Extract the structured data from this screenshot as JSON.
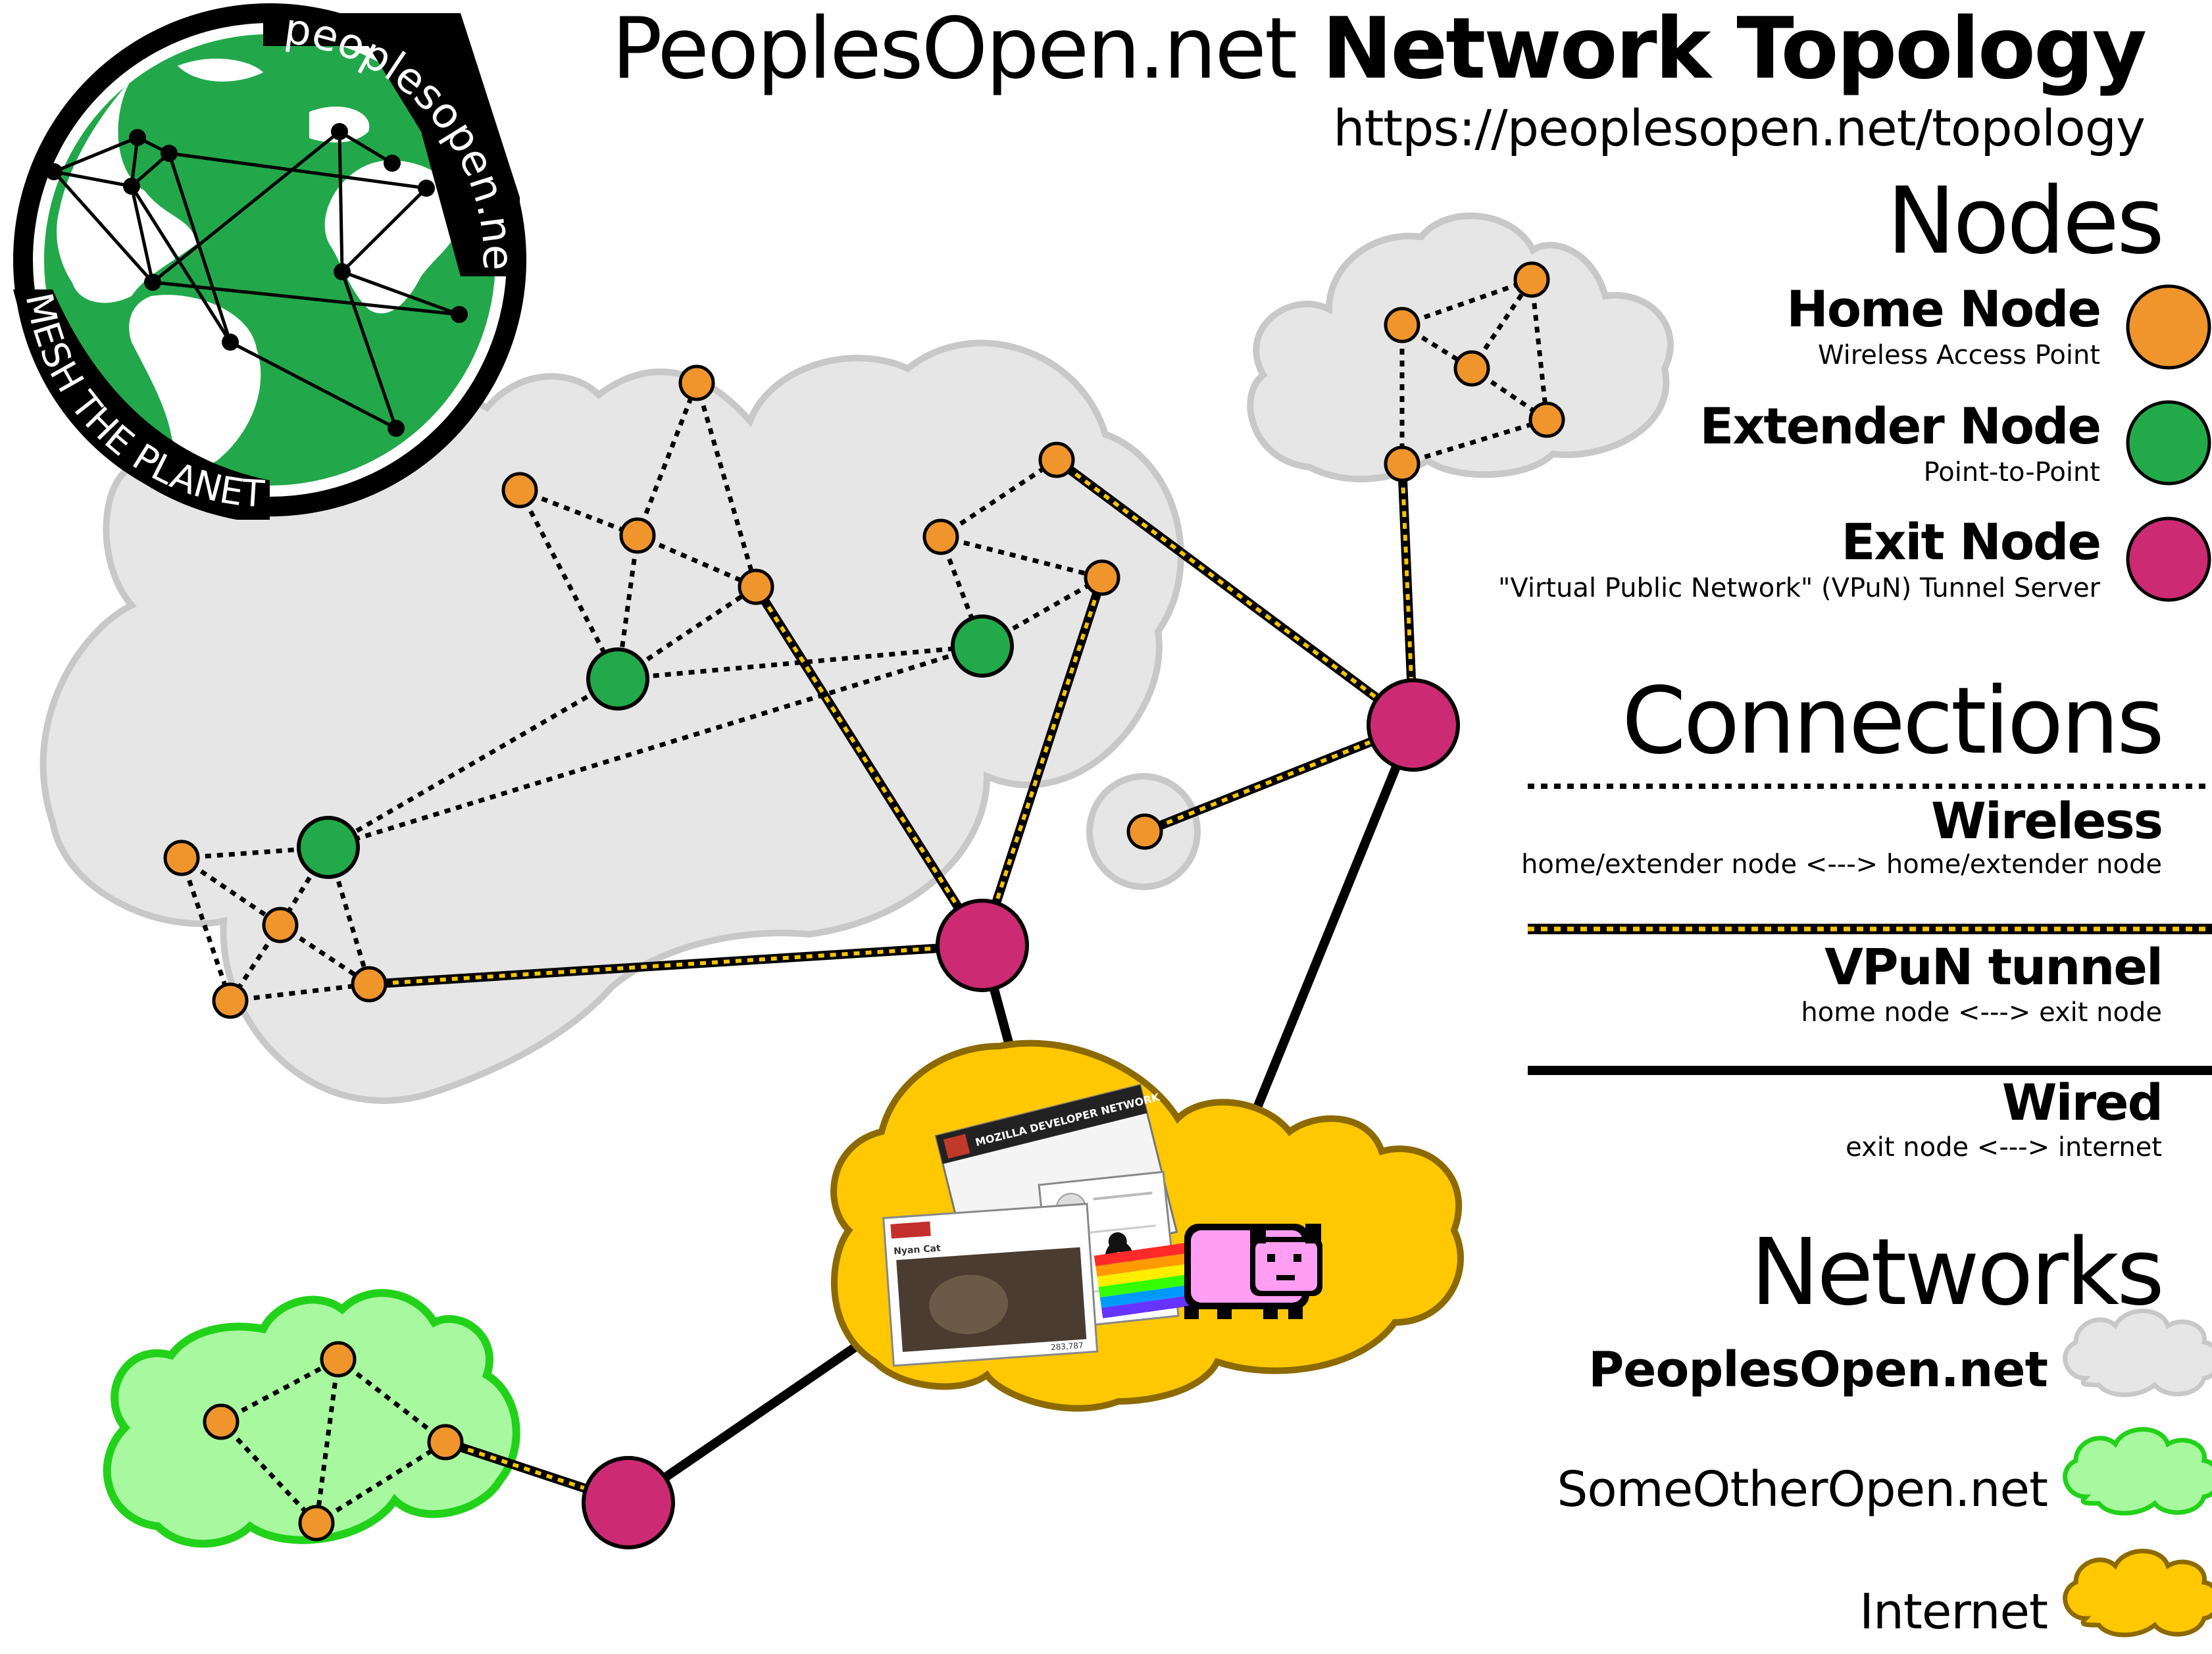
{
  "header": {
    "title_light": "PeoplesOpen.net",
    "title_bold": "Network Topology",
    "url": "https://peoplesopen.net/topology"
  },
  "logo": {
    "top_text": "peoplesopen.net",
    "bottom_text": "MESH THE PLANET"
  },
  "legend": {
    "nodes": {
      "heading": "Nodes",
      "items": [
        {
          "label": "Home Node",
          "desc": "Wireless Access Point",
          "color": "#F0952C"
        },
        {
          "label": "Extender Node",
          "desc": "Point-to-Point",
          "color": "#22AA4A"
        },
        {
          "label": "Exit Node",
          "desc": "\"Virtual Public Network\" (VPuN) Tunnel Server",
          "color": "#CC2A72"
        }
      ]
    },
    "connections": {
      "heading": "Connections",
      "items": [
        {
          "label": "Wireless",
          "desc": "home/extender node <---> home/extender node",
          "style": "dotted"
        },
        {
          "label": "VPuN tunnel",
          "desc": "home node <---> exit node",
          "style": "yellow-dashed"
        },
        {
          "label": "Wired",
          "desc": "exit node <---> internet",
          "style": "solid"
        }
      ]
    },
    "networks": {
      "heading": "Networks",
      "items": [
        {
          "label": "PeoplesOpen.net",
          "color": "#E6E6E6",
          "border": "#C8C8C8"
        },
        {
          "label": "SomeOtherOpen.net",
          "color": "#A8F8A0",
          "border": "#22D21A"
        },
        {
          "label": "Internet",
          "color": "#FFC800",
          "border": "#8C6A00"
        }
      ]
    }
  },
  "colors": {
    "home": "#F0952C",
    "extender": "#22AA4A",
    "exit": "#CC2A72",
    "tunnel": "#F5C400"
  },
  "internet_cloud": {
    "mdn_header": "MOZILLA DEVELOPER NETWORK",
    "video_title": "Nyan Cat",
    "video_views": "283,787"
  }
}
